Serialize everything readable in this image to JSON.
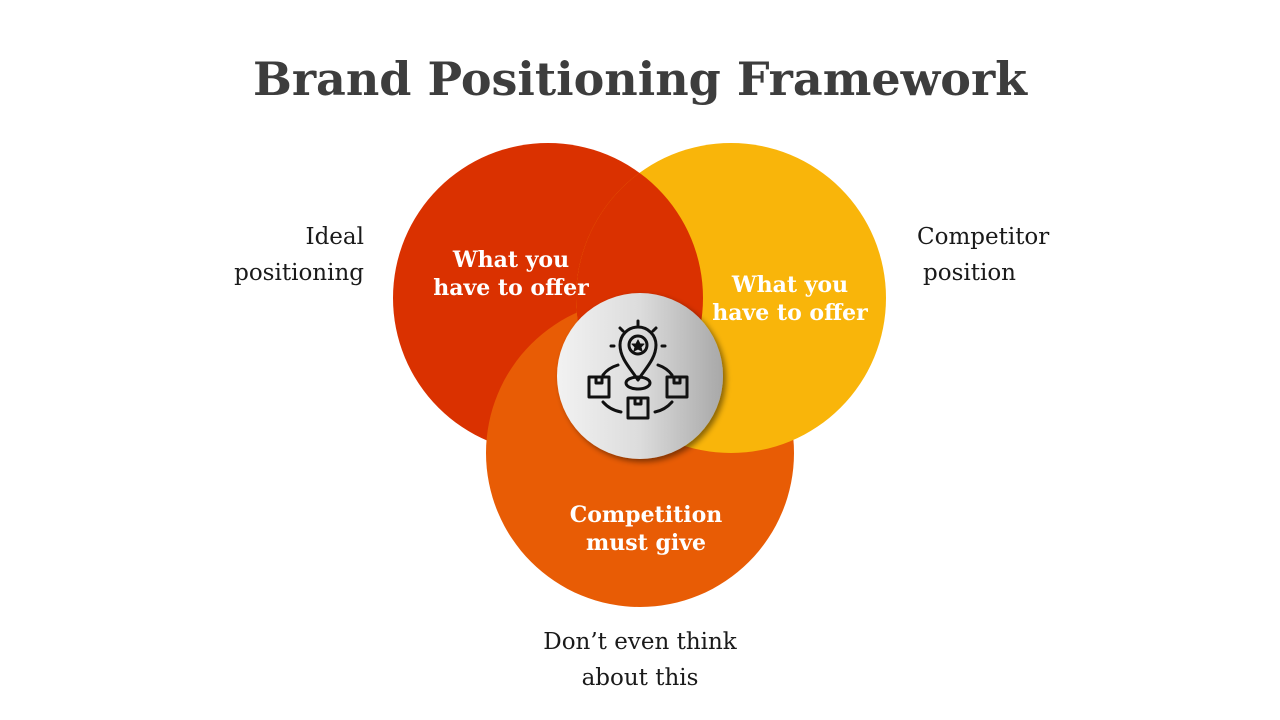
{
  "title": "Brand Positioning Framework",
  "circles": {
    "red": {
      "text_line1": "What you",
      "text_line2": "have to offer",
      "color": "#DA3100"
    },
    "yellow": {
      "text_line1": "What you",
      "text_line2": "have to offer",
      "color": "#F9B50A"
    },
    "orange": {
      "text_line1": "Competition",
      "text_line2": "must give",
      "color": "#E85C05"
    }
  },
  "labels": {
    "left_line1": "Ideal",
    "left_line2": "positioning",
    "right_line1": "Competitor",
    "right_line2": "position",
    "bottom_line1": "Don’t even think",
    "bottom_line2": "about this"
  },
  "center_icon": "location-pin-with-boxes-icon"
}
